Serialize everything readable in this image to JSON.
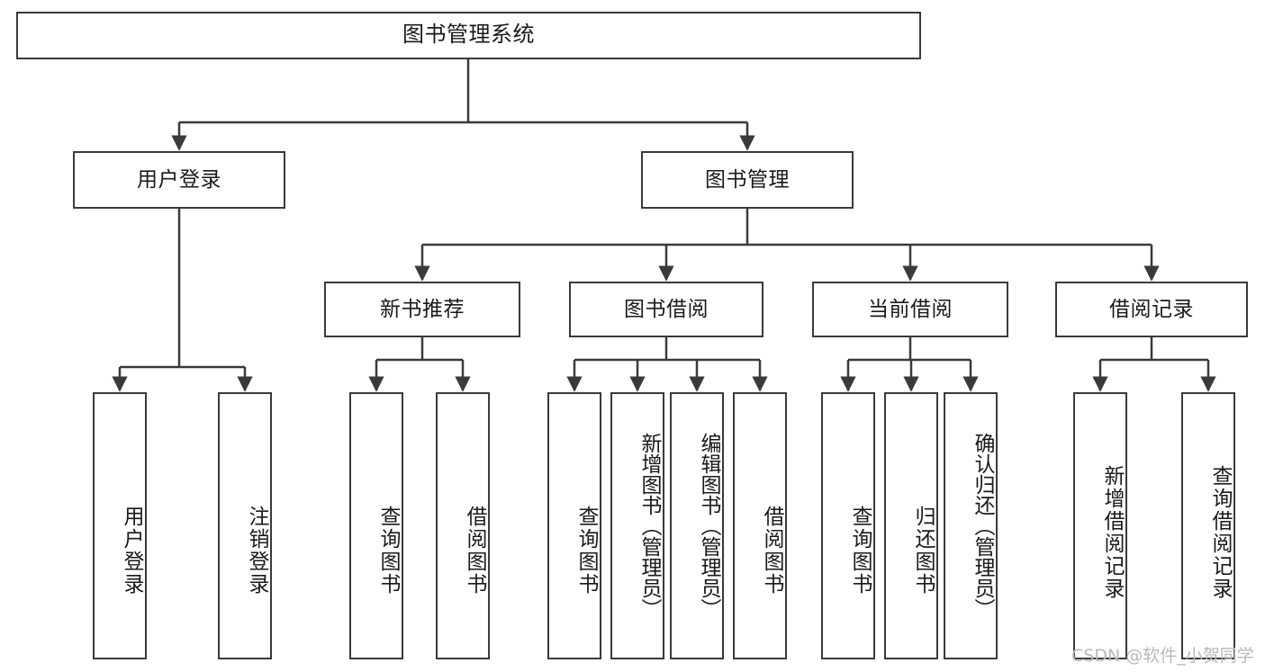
{
  "diagram": {
    "title": "图书管理系统",
    "type": "tree-hierarchy-chart",
    "stroke_color": "#3a3a3a",
    "fill_color": "#ffffff",
    "text_color": "#1a1a1a"
  },
  "nodes": {
    "root": {
      "label": "图书管理系统"
    },
    "level2": [
      {
        "label": "用户登录"
      },
      {
        "label": "图书管理"
      }
    ],
    "level3": [
      {
        "label": "新书推荐"
      },
      {
        "label": "图书借阅"
      },
      {
        "label": "当前借阅"
      },
      {
        "label": "借阅记录"
      }
    ],
    "leaves_login": [
      {
        "label": "用户登录"
      },
      {
        "label": "注销登录"
      }
    ],
    "leaves_recommend": [
      {
        "label": "查询图书"
      },
      {
        "label": "借阅图书"
      }
    ],
    "leaves_borrow": [
      {
        "label": "查询图书"
      },
      {
        "label": "新增图书（管理员）"
      },
      {
        "label": "编辑图书（管理员）"
      },
      {
        "label": "借阅图书"
      }
    ],
    "leaves_current": [
      {
        "label": "查询图书"
      },
      {
        "label": "归还图书"
      },
      {
        "label": "确认归还（管理员）"
      }
    ],
    "leaves_records": [
      {
        "label": "新增借阅记录"
      },
      {
        "label": "查询借阅记录"
      }
    ]
  },
  "watermark": {
    "text": "CSDN @软件_小贺同学"
  }
}
